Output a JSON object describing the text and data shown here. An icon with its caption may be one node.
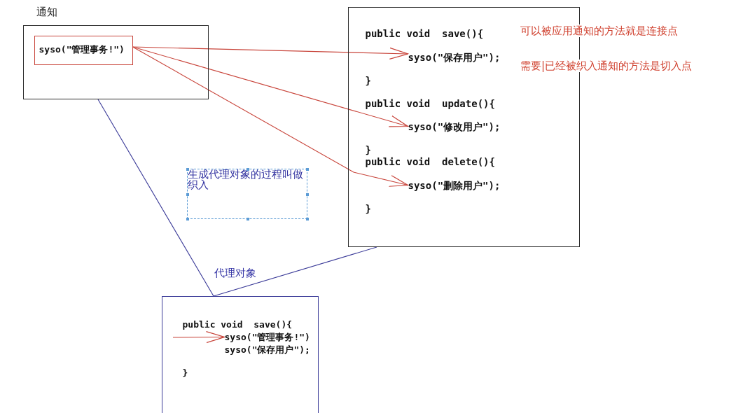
{
  "diagram": {
    "nodes": [
      {
        "text": [
          "通知"
        ]
      },
      {
        "text": [
          "syso(\"管理事务!\")"
        ],
        "in": 0
      },
      {
        "text": [
          "public void  save(){",
          "}",
          "public void  update(){",
          "}",
          "public void  delete(){",
          "}"
        ]
      },
      {
        "text": [
          "syso(\"保存用户\");"
        ],
        "in": 2
      },
      {
        "text": [
          "syso(\"修改用户\");"
        ],
        "in": 2
      },
      {
        "text": [
          "syso(\"删除用户\");"
        ],
        "in": 2
      },
      {
        "text": [
          "生成代理对象的过程叫做织入"
        ]
      },
      {
        "text": [
          "代理对象",
          "public void  save(){",
          "syso(\"保存用户\");",
          "}"
        ]
      },
      {
        "text": [
          "syso(\"管理事务!\")"
        ],
        "in": 7
      }
    ],
    "edges": [
      {
        "from": 1,
        "to": 3,
        "arrow": "to"
      },
      {
        "from": 1,
        "to": 4,
        "arrow": "to"
      },
      {
        "from": 1,
        "to": 5,
        "arrow": "to"
      },
      {
        "from": 0,
        "to": 7,
        "arrow": "none",
        "color": "#3a3a98"
      },
      {
        "from": 2,
        "to": 7,
        "arrow": "none",
        "color": "#3a3a98"
      },
      {
        "from": null,
        "to": 8,
        "arrow": "to"
      }
    ],
    "labels": [
      "可以被应用通知的方法就是连接点",
      "需要|已经被织入通知的方法是切入点"
    ]
  }
}
